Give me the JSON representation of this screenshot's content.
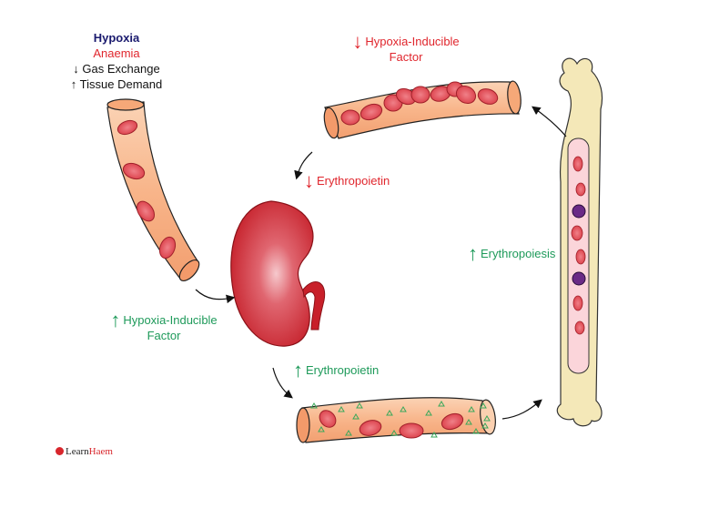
{
  "cause_block": {
    "title": "Hypoxia",
    "line2": "Anaemia",
    "line3": "↓ Gas Exchange",
    "line4": "↑ Tissue Demand"
  },
  "labels": {
    "hif_decrease_arrow": "↓",
    "hif_decrease_line1": "Hypoxia-Inducible",
    "hif_decrease_line2": "Factor",
    "epo_decrease_arrow": "↓",
    "epo_decrease_text": "Erythropoietin",
    "hif_increase_arrow": "↑",
    "hif_increase_line1": "Hypoxia-Inducible",
    "hif_increase_line2": "Factor",
    "epo_increase_arrow": "↑",
    "epo_increase_text": "Erythropoietin",
    "erythropoiesis_arrow": "↑",
    "erythropoiesis_text": "Erythropoiesis"
  },
  "logo": {
    "part1": "Learn",
    "part2": "Haem"
  },
  "colors": {
    "increase": "#1e9a5a",
    "decrease": "#e0262d",
    "vessel": "#f8b98c",
    "rbc": "#e1474f",
    "kidney": "#c8202a",
    "bone": "#f4e8b8"
  }
}
